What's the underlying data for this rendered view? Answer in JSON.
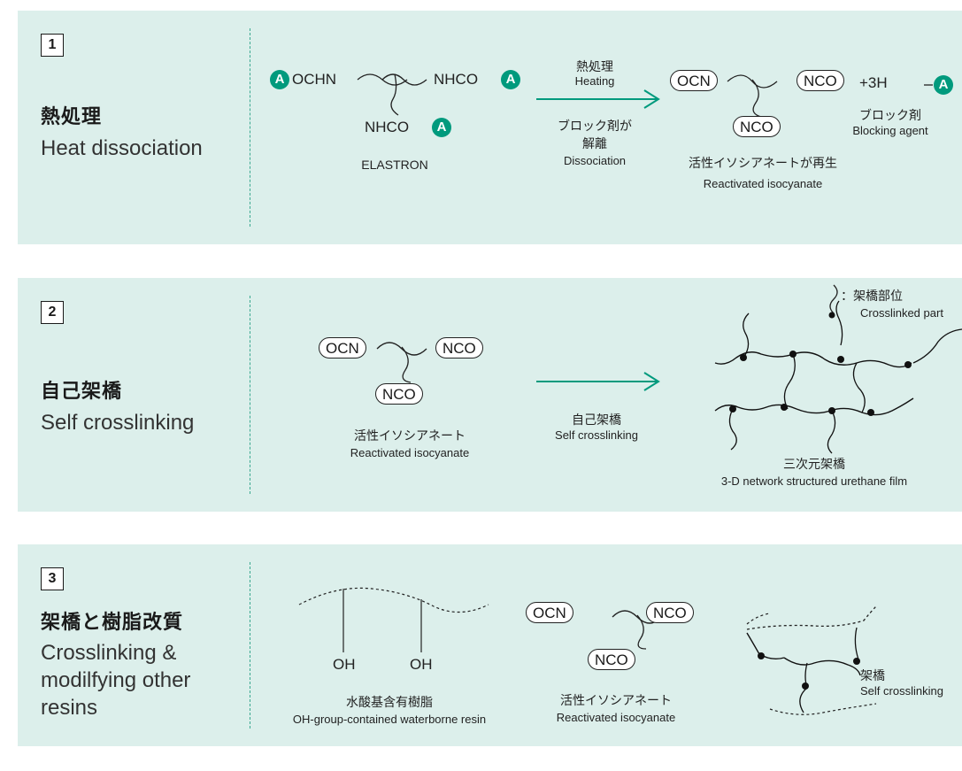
{
  "colors": {
    "panel_bg": "#dcefeb",
    "accent": "#009a7d",
    "divider": "#3aa890",
    "ink": "#1a1a1a"
  },
  "steps": [
    {
      "number": "1",
      "title_jp": "熱処理",
      "title_en": "Heat dissociation",
      "badge": "A",
      "elastron": {
        "left_group": "OCHN",
        "right_group": "NHCO",
        "bottom_group": "NHCO",
        "name": "ELASTRON"
      },
      "arrow_top_jp": "熱処理",
      "arrow_top_en": "Heating",
      "arrow_bottom_jp_1": "ブロック剤が",
      "arrow_bottom_jp_2": "解離",
      "arrow_bottom_en": "Dissociation",
      "product": {
        "ocn": "OCN",
        "nco_right": "NCO",
        "nco_bottom": "NCO",
        "label_jp": "活性イソシアネートが再生",
        "label_en": "Reactivated isocyanate"
      },
      "plus_text": "+3H",
      "blocking_jp": "ブロック剤",
      "blocking_en": "Blocking agent"
    },
    {
      "number": "2",
      "title_jp": "自己架橋",
      "title_en": "Self crosslinking",
      "reactant": {
        "ocn": "OCN",
        "nco_right": "NCO",
        "nco_bottom": "NCO",
        "label_jp": "活性イソシアネート",
        "label_en": "Reactivated isocyanate"
      },
      "arrow_jp": "自己架橋",
      "arrow_en": "Self crosslinking",
      "legend_jp": "：架橋部位",
      "legend_en": "Crosslinked part",
      "network_jp": "三次元架橋",
      "network_en": "3-D  network structured urethane film"
    },
    {
      "number": "3",
      "title_jp": "架橋と樹脂改質",
      "title_en_1": "Crosslinking &",
      "title_en_2": "modilfying other",
      "title_en_3": "resins",
      "oh_1": "OH",
      "oh_2": "OH",
      "resin_jp": "水酸基含有樹脂",
      "resin_en": "OH-group-contained waterborne resin",
      "iso": {
        "ocn": "OCN",
        "nco_right": "NCO",
        "nco_bottom": "NCO",
        "label_jp": "活性イソシアネート",
        "label_en": "Reactivated isocyanate"
      },
      "product_jp": "架橋",
      "product_en": "Self crosslinking"
    }
  ]
}
